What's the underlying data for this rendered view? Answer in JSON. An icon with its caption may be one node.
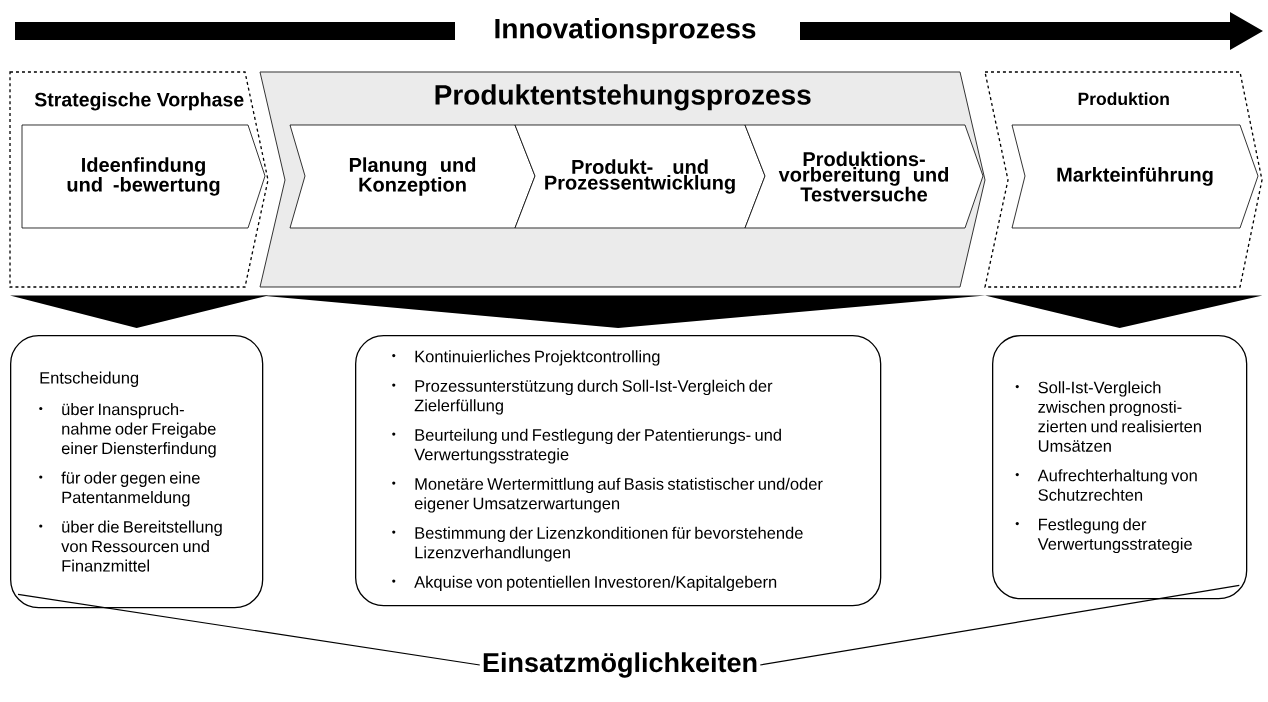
{
  "diagram": {
    "title": "Innovationsprozess",
    "nodes": [
      {
        "text": [
          "Strategische Vorphase"
        ]
      },
      {
        "text": [
          "Ideenfindung und -bewertung"
        ],
        "in": 0
      },
      {
        "text": [
          "Produktentstehungsprozess"
        ]
      },
      {
        "text": [
          "Planung und Konzeption"
        ],
        "in": 2
      },
      {
        "text": [
          "Produkt- und Prozessentwicklung"
        ],
        "in": 2
      },
      {
        "text": [
          "Produktions- vorbereitung und Testversuche"
        ],
        "in": 2
      },
      {
        "text": [
          "Produktion"
        ]
      },
      {
        "text": [
          "Markteinführung"
        ],
        "in": 6
      },
      {
        "text": [
          "Entscheidung",
          "über Inanspruch- nahme oder Freigabe einer Diensterfindung",
          "für oder gegen eine Patentanmeldung",
          "über die Bereitstellung von Ressourcen und Finanzmittel"
        ]
      },
      {
        "text": [
          "Kontinuierliches Projektcontrolling",
          "Prozessunterstützung durch Soll-Ist-Vergleich der Zielerfüllung",
          "Beurteilung und Festlegung der Patentierungs- und Verwertungsstrategie",
          "Monetäre Wertermittlung auf Basis statistischer und/oder eigener Umsatzerwartungen",
          "Bestimmung der Lizenzkonditionen für bevorstehende Lizenzverhandlungen",
          "Akquise von potentiellen Investoren/Kapitalgebern"
        ]
      },
      {
        "text": [
          "Soll-Ist-Vergleich zwischen prognosti- zierten und realisierten Umsätzen",
          "Aufrechterhaltung von Schutzrechten",
          "Festlegung der Verwertungsstrategie"
        ]
      },
      {
        "text": [
          "Einsatzmöglichkeiten"
        ]
      }
    ],
    "edges": [
      {
        "from": 0,
        "to": 8,
        "arrow": "to"
      },
      {
        "from": 2,
        "to": 9,
        "arrow": "to"
      },
      {
        "from": 6,
        "to": 10,
        "arrow": "to"
      },
      {
        "from": 8,
        "to": 11,
        "arrow": "none"
      },
      {
        "from": 10,
        "to": 11,
        "arrow": "none"
      }
    ]
  }
}
